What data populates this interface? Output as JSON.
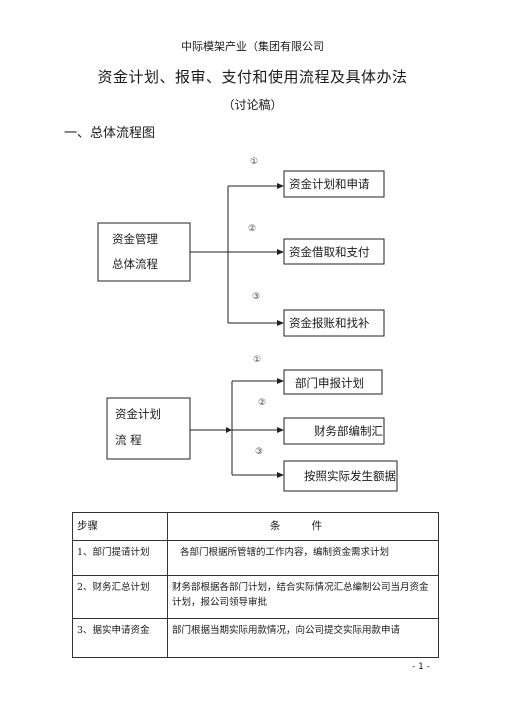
{
  "header": {
    "company": "中际模架产业（集团有限公司"
  },
  "doc": {
    "title": "资金计划、报审、支付和使用流程及具体办法",
    "subtitle": "（讨论稿）",
    "section1": "一、总体流程图"
  },
  "flow1": {
    "source_line1": "资金管理",
    "source_line2": "总体流程",
    "targets": [
      {
        "num": "①",
        "label": "资金计划和申请"
      },
      {
        "num": "②",
        "label": "资金借取和支付"
      },
      {
        "num": "③",
        "label": "资金报账和找补"
      }
    ]
  },
  "flow2": {
    "source_line1": "资金计划",
    "source_line2": "流  程",
    "targets": [
      {
        "num": "①",
        "label": "部门申报计划"
      },
      {
        "num": "②",
        "label": "财务部编制汇"
      },
      {
        "num": "③",
        "label": "按照实际发生额据"
      }
    ]
  },
  "table": {
    "headers": [
      "步骤",
      "条  件"
    ],
    "rows": [
      {
        "step": "1、部门提请计划",
        "cond": "各部门根据所管辖的工作内容，编制资金需求计划"
      },
      {
        "step": "2、财务汇总计划",
        "cond": "财务部根据各部门计划，结合实际情况汇总编制公司当月资金计划，报公司领导审批"
      },
      {
        "step": "3、据实申请资金",
        "cond": "部门根据当期实际用款情况，向公司提交实际用款申请"
      }
    ]
  },
  "footer": {
    "page": "- 1 -"
  }
}
